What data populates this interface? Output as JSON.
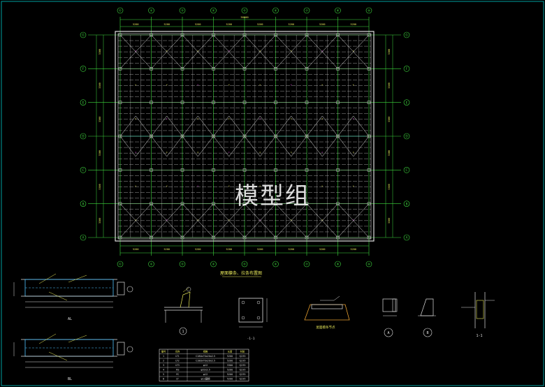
{
  "drawing": {
    "watermark": "模型组",
    "plan_title": "屋面檩条、拉条布置图",
    "column_axes": [
      "①",
      "②",
      "③",
      "④",
      "⑤",
      "⑥",
      "⑦",
      "⑧",
      "⑨"
    ],
    "row_axes": [
      "G",
      "F",
      "E",
      "D",
      "C",
      "B",
      "A"
    ],
    "top_total_dim": "36000",
    "bottom_bay_dims": [
      "5200",
      "5200",
      "5200",
      "5200",
      "5200",
      "5200",
      "5200",
      "5200"
    ],
    "left_dims": [
      "3300",
      "3300",
      "3300",
      "3300",
      "3300",
      "3300"
    ],
    "detail_labels": {
      "beam1": "AL",
      "beam2": "BL",
      "node1": "1",
      "plate": "-1-1",
      "bracket": "屋面檩条节点",
      "circleA": "A",
      "circleB": "B",
      "section": "1-1"
    }
  },
  "table": {
    "headers": [
      "编号",
      "名称",
      "规格",
      "长度",
      "材质"
    ],
    "rows": [
      [
        "1",
        "LT1",
        "C180x70x20x2.5",
        "5200",
        "Q235"
      ],
      [
        "2",
        "LT2",
        "C180x70x20x2.5",
        "5200",
        "Q235"
      ],
      [
        "3",
        "LT3",
        "φ12",
        "3300",
        "Q235"
      ],
      [
        "4",
        "XG",
        "φ32x2.5",
        "5200",
        "Q235"
      ],
      [
        "5",
        "YC",
        "φ12",
        "5200",
        "Q235"
      ],
      [
        "6",
        "LT",
        "φ12圆钢",
        "5200",
        "Q235"
      ]
    ]
  },
  "colors": {
    "background": "#000000",
    "grid": "#3fdc3f",
    "frame": "#dedede",
    "purlin": "#e0e0e0",
    "accent": "#e8e85a",
    "magenta": "#e040e0"
  }
}
